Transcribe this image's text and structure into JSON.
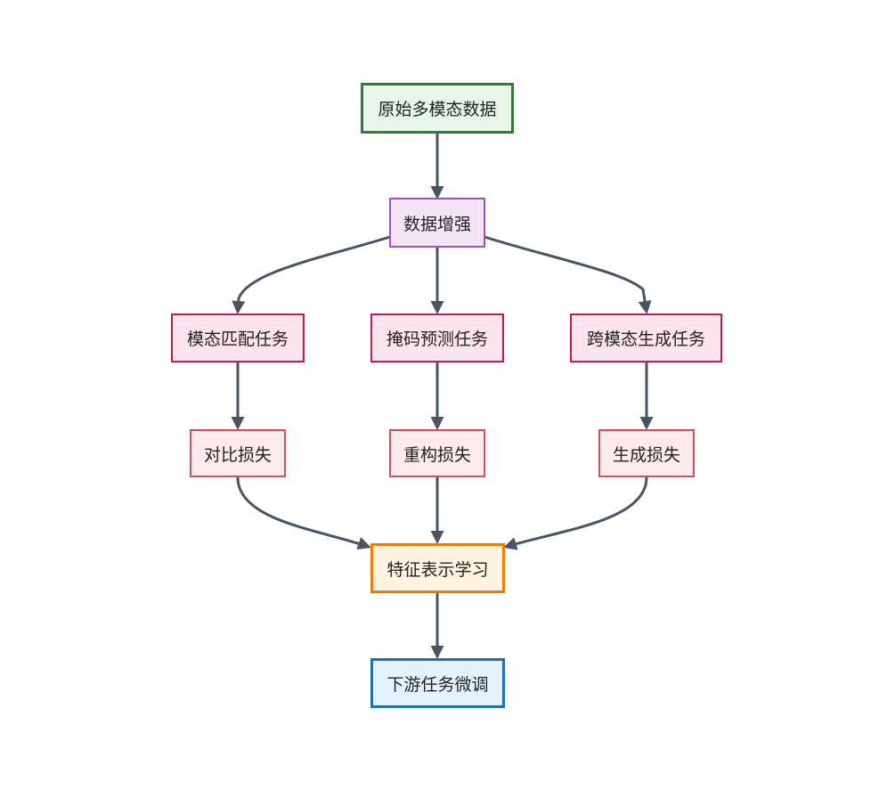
{
  "nodes": {
    "raw": "原始多模态数据",
    "augment": "数据增强",
    "task_match": "模态匹配任务",
    "task_mask": "掩码预测任务",
    "task_cross": "跨模态生成任务",
    "loss_contrast": "对比损失",
    "loss_recon": "重构损失",
    "loss_gen": "生成损失",
    "feature": "特征表示学习",
    "finetune": "下游任务微调"
  },
  "colors": {
    "edge": "#4a5563",
    "green": "#2e7d32",
    "purple": "#9c4fbf",
    "pink": "#c2185b",
    "red": "#d0505a",
    "orange": "#ef7c00",
    "blue": "#1f6fb5"
  }
}
